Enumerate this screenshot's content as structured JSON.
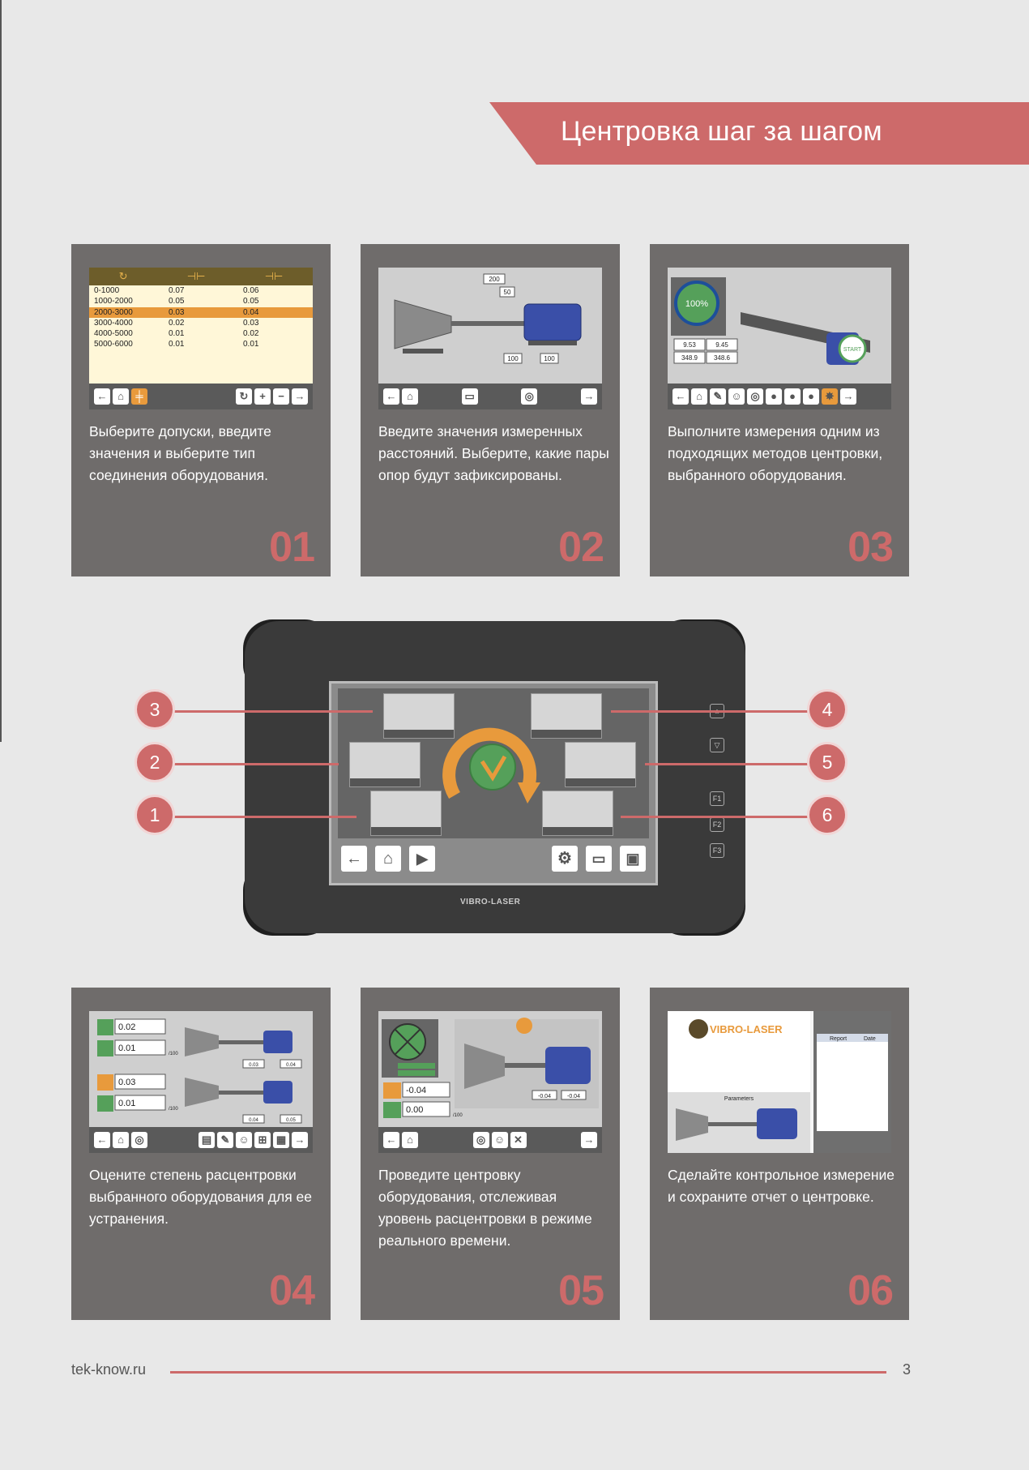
{
  "header": {
    "title": "Центровка шаг за шагом"
  },
  "tolerance_table": {
    "rows": [
      [
        "0-1000",
        "0.07",
        "0.06"
      ],
      [
        "1000-2000",
        "0.05",
        "0.05"
      ],
      [
        "2000-3000",
        "0.03",
        "0.04"
      ],
      [
        "3000-4000",
        "0.02",
        "0.03"
      ],
      [
        "4000-5000",
        "0.01",
        "0.02"
      ],
      [
        "5000-6000",
        "0.01",
        "0.01"
      ]
    ],
    "selected_row": 2
  },
  "step2_screen": {
    "d1": "200",
    "d2": "50",
    "d3": "100",
    "d4": "100"
  },
  "step3_screen": {
    "percent": "100%",
    "s_val": "9.53",
    "m_val": "9.45",
    "s_ang": "348.9",
    "m_ang": "348.6",
    "start": "START"
  },
  "step4_screen": {
    "v1": "0.02",
    "v2": "0.01",
    "v3": "0.03",
    "v4": "0.01",
    "n1": "0.03",
    "n2": "0.04",
    "n3": "0.04",
    "n4": "0.05",
    "unit": "/100"
  },
  "step5_screen": {
    "v1": "-0.04",
    "v2": "0.00",
    "r1": "-0.04",
    "r2": "-0.04",
    "unit": "/100"
  },
  "step6_screen": {
    "brand": "VIBRO-LASER",
    "col_report": "Report",
    "col_date": "Date",
    "params": "Parameters"
  },
  "steps": [
    {
      "number": "01",
      "text": "Выберите допуски, введите значения и выберите тип соединения оборудования."
    },
    {
      "number": "02",
      "text": "Введите значения измеренных расстояний. Выберите, какие пары опор будут зафиксированы."
    },
    {
      "number": "03",
      "text": "Выполните измерения одним из подходящих методов центровки, выбранного оборудования."
    },
    {
      "number": "04",
      "text": "Оцените степень расцентровки выбранного оборудования для ее устранения."
    },
    {
      "number": "05",
      "text": "Проведите центровку оборудования, отслеживая уровень расцентровки в режиме реального времени."
    },
    {
      "number": "06",
      "text": "Сделайте контрольное измерение и сохраните отчет о центровке."
    }
  ],
  "tablet": {
    "brand": "VIBRO-LASER",
    "keys": [
      "F1",
      "F2",
      "F3"
    ],
    "badges": [
      "1",
      "2",
      "3",
      "4",
      "5",
      "6"
    ]
  },
  "footer": {
    "url": "tek-know.ru",
    "page": "3"
  },
  "colors": {
    "accent": "#cd6a6a",
    "card": "#6f6c6b",
    "background": "#e8e8e8"
  }
}
